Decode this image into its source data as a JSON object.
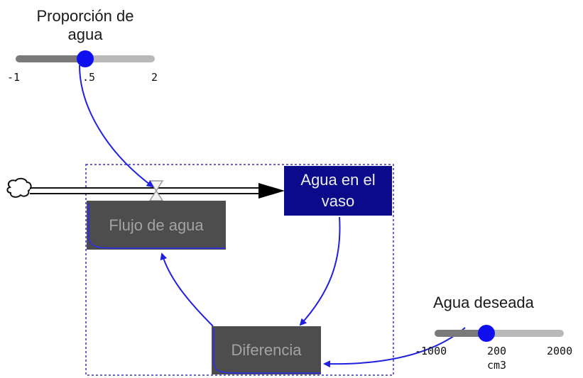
{
  "sliders": {
    "water_ratio": {
      "title_line1": "Proporción de",
      "title_line2": "agua",
      "min_label": "-1",
      "value_label": ".5",
      "max_label": "2",
      "min": -1,
      "max": 2,
      "value": 0.5
    },
    "desired_water": {
      "title": "Agua deseada",
      "min_label": "-1000",
      "value_label": "200",
      "max_label": "2000",
      "unit": "cm3",
      "min": -1000,
      "max": 2000,
      "value": 200
    }
  },
  "nodes": {
    "flow": {
      "label": "Flujo de agua"
    },
    "stock": {
      "label_line1": "Agua en el",
      "label_line2": "vaso"
    },
    "difference": {
      "label": "Diferencia"
    }
  },
  "colors": {
    "link": "#2020e0",
    "stock_fill": "#0a0a8a",
    "aux_fill": "#4d4d4d",
    "aux_text": "#a3a3a3",
    "slider_thumb": "#1010ee",
    "selection_border": "#3333cc"
  },
  "icons": {
    "source": "cloud-icon",
    "valve": "valve-icon",
    "arrowhead": "arrowhead-icon"
  }
}
